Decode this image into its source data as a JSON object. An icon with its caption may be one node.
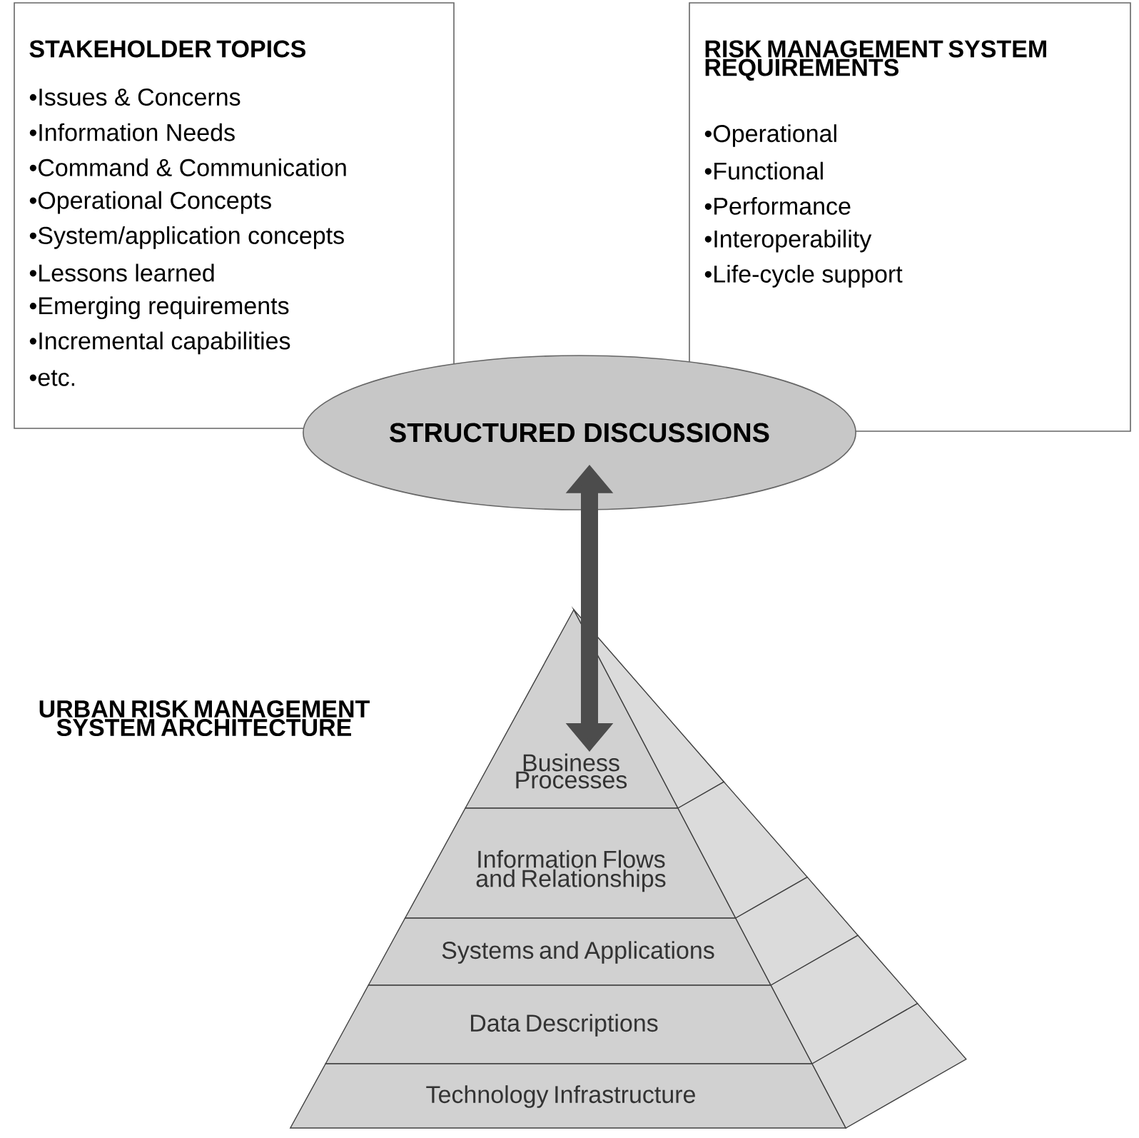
{
  "diagram": {
    "nodes": [
      {
        "text": [
          "STAKEHOLDER TOPICS",
          "•Issues & Concerns",
          "•Information Needs",
          "•Command & Communication",
          "•Operational Concepts",
          "•System/application concepts",
          "•Lessons learned",
          "•Emerging requirements",
          "•Incremental capabilities",
          "•etc."
        ]
      },
      {
        "text": [
          "RISK MANAGEMENT SYSTEM REQUIREMENTS",
          "•Operational",
          "•Functional",
          "•Performance",
          "•Interoperability",
          "•Life-cycle support"
        ]
      },
      {
        "text": [
          "STRUCTURED DISCUSSIONS"
        ]
      },
      {
        "text": [
          "Business Processes"
        ]
      },
      {
        "text": [
          "Information Flows and Relationships"
        ]
      },
      {
        "text": [
          "Systems and Applications"
        ]
      },
      {
        "text": [
          "Data Descriptions"
        ]
      },
      {
        "text": [
          "Technology Infrastructure"
        ]
      }
    ],
    "edges": [
      {
        "from": 2,
        "to": 3,
        "arrow": "both"
      }
    ],
    "labels": [
      "URBAN RISK MANAGEMENT SYSTEM ARCHITECTURE"
    ]
  }
}
